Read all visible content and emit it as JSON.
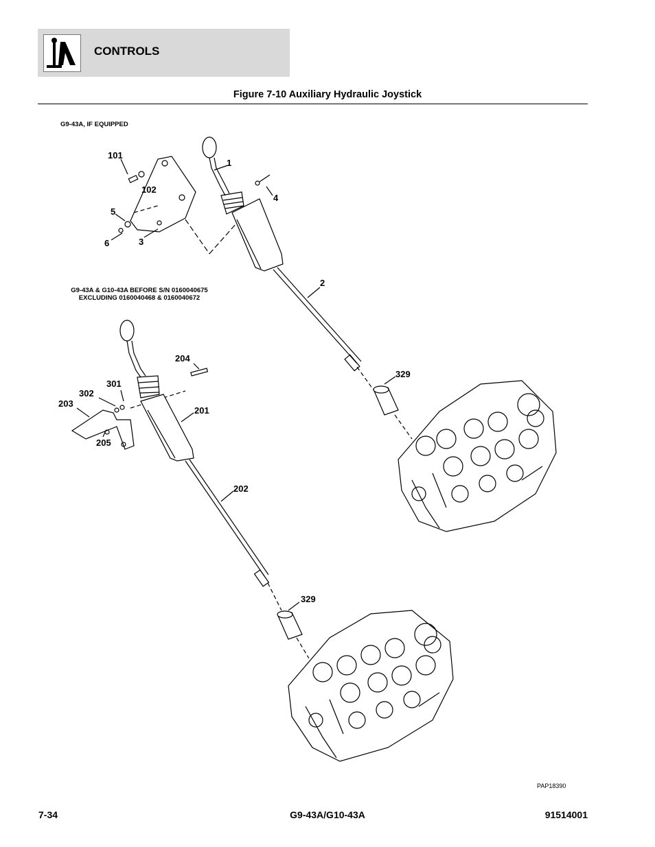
{
  "header": {
    "section_title": "CONTROLS",
    "logo_icon": "operator-controls-icon"
  },
  "figure": {
    "title": "Figure 7-10 Auxiliary Hydraulic Joystick",
    "drawing_id": "PAP18390"
  },
  "notes": {
    "upper": "G9-43A, IF EQUIPPED",
    "lower_line1": "G9-43A & G10-43A BEFORE S/N 0160040675",
    "lower_line2": "EXCLUDING 0160040468 & 0160040672"
  },
  "callouts": {
    "c101": "101",
    "c102": "102",
    "c1": "1",
    "c4": "4",
    "c5": "5",
    "c6": "6",
    "c3": "3",
    "c2": "2",
    "c329a": "329",
    "c204": "204",
    "c301": "301",
    "c302": "302",
    "c203": "203",
    "c201": "201",
    "c205": "205",
    "c202": "202",
    "c329b": "329"
  },
  "footer": {
    "page": "7-34",
    "model": "G9-43A/G10-43A",
    "part_number": "91514001"
  }
}
